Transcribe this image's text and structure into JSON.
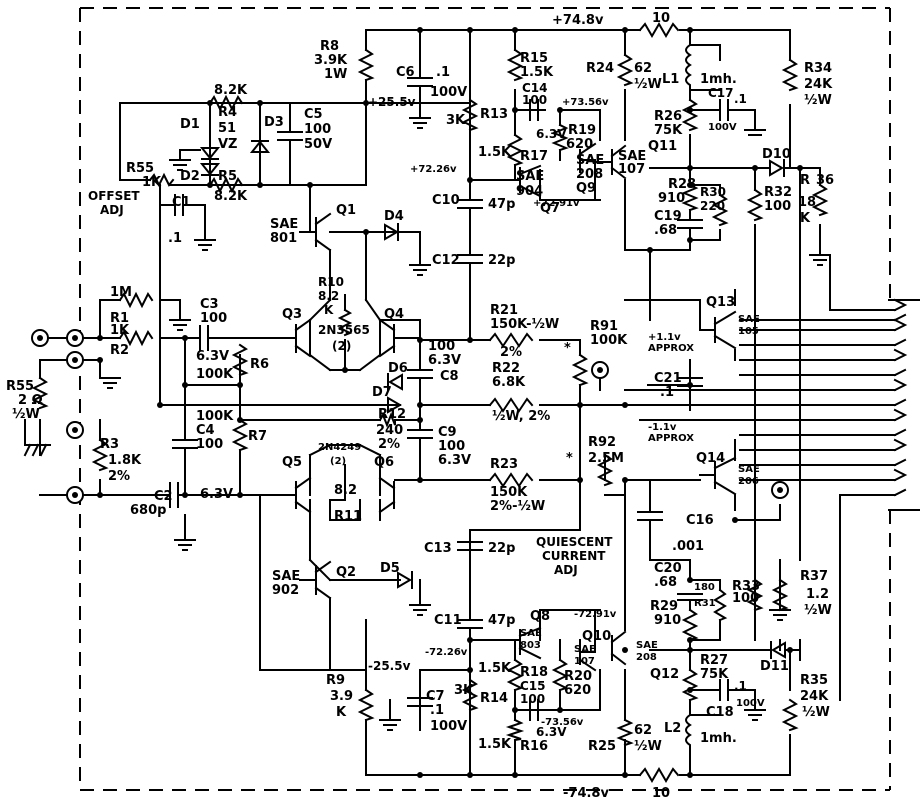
{
  "rails": {
    "pos_supply": "+74.8v",
    "neg_supply": "-74.8v",
    "pos_25": "+25.5v",
    "neg_25": "-25.5v",
    "pos_7226": "+72.26v",
    "neg_7226": "-72.26v",
    "pos_7291": "+72.91v",
    "neg_7291": "-72.91v",
    "pos_7356": "+73.56v",
    "neg_7356": "-73.56v",
    "pos_11": "+1.1v",
    "neg_11": "-1.1v",
    "approx": "APPROX"
  },
  "resistors": {
    "r8": [
      "R8",
      "3.9K",
      "1W"
    ],
    "r4": [
      "8.2K",
      "R4"
    ],
    "r5": [
      "R5",
      "8.2K"
    ],
    "r55a": [
      "R55",
      "1K"
    ],
    "offset": [
      "OFFSET",
      "ADJ"
    ],
    "r13": [
      "3K",
      "R13"
    ],
    "r15": [
      "R15",
      "1.5K"
    ],
    "r17": [
      "1.5K",
      "R17"
    ],
    "r19": [
      "R19",
      "620"
    ],
    "r24": [
      "R24",
      "62",
      "½W"
    ],
    "r26": [
      "R26",
      "75K"
    ],
    "r28": [
      "R28",
      "910"
    ],
    "r30": [
      "R30",
      "220"
    ],
    "r32": [
      "R32",
      "100"
    ],
    "r34": [
      "R34",
      "24K",
      "½W"
    ],
    "r36": [
      "R",
      "36",
      "18",
      "K"
    ],
    "r1m": "1M",
    "r1": [
      "R1",
      "1K"
    ],
    "r2": "R2",
    "r55b": [
      "R55",
      "2 Ω",
      "½W"
    ],
    "r3": [
      "R3",
      "1.8K",
      "2%"
    ],
    "r6": [
      "100K",
      "R6"
    ],
    "r7": [
      "100K",
      "R7"
    ],
    "r10": [
      "R10",
      "8.2",
      "K"
    ],
    "r11": [
      "8.2",
      "R11"
    ],
    "r12": [
      "R12",
      "240",
      "2%"
    ],
    "r21": [
      "R21",
      "150K-½W",
      "2%"
    ],
    "r22": [
      "R22",
      "6.8K",
      "½W, 2%"
    ],
    "r23": [
      "R23",
      "150K",
      "2%-½W"
    ],
    "r91": [
      "R91",
      "100K"
    ],
    "r92": [
      "R92",
      "2.5M"
    ],
    "r9": [
      "R9",
      "3.9",
      "K"
    ],
    "r14": [
      "3K",
      "R14"
    ],
    "r18": [
      "1.5K",
      "R18"
    ],
    "r20": [
      "R20",
      "620"
    ],
    "r16": [
      "1.5K",
      "R16"
    ],
    "r25": [
      "R25",
      "62",
      "½W"
    ],
    "r27": [
      "R27",
      "75K"
    ],
    "r29": [
      "R29",
      "910"
    ],
    "r31": [
      "180",
      "R31"
    ],
    "r33": [
      "R33",
      "100"
    ],
    "r35": [
      "R35",
      "24K",
      "½W"
    ],
    "r37": [
      "R37",
      "1.2",
      "½W"
    ],
    "r10top": "10",
    "r10bot": "10"
  },
  "capacitors": {
    "c5": [
      "C5",
      "100",
      "50V"
    ],
    "c6": [
      "C6",
      ".1",
      "100V"
    ],
    "c14": [
      "C14",
      "100",
      "6.3V"
    ],
    "c17": [
      "C17",
      ".1",
      "100V"
    ],
    "c19": [
      "C19",
      ".68"
    ],
    "c1": [
      "C1",
      ".1"
    ],
    "c10": [
      "C10",
      "47p"
    ],
    "c12": [
      "C12",
      "22p"
    ],
    "c3": [
      "C3",
      "100",
      "6.3V",
      "100K"
    ],
    "c8": [
      "100",
      "6.3V",
      "C8"
    ],
    "c2": [
      "C2",
      "680p"
    ],
    "c4": [
      "C4",
      "100",
      "6.3V"
    ],
    "c9": [
      "C9",
      "100",
      "6.3V"
    ],
    "c21": [
      "C21",
      ".1"
    ],
    "c16": [
      "C16",
      ".001"
    ],
    "c20": [
      "C20",
      ".68"
    ],
    "c13": [
      "C13",
      "22p"
    ],
    "c11": [
      "C11",
      "47p"
    ],
    "c7": [
      "C7",
      ".1",
      "100V"
    ],
    "c15": [
      "C15",
      "100",
      "6.3V"
    ],
    "c18": [
      "C18",
      ".1",
      "100V"
    ]
  },
  "transistors": {
    "q1": [
      "Q1",
      "SAE",
      "801"
    ],
    "q2": [
      "Q2",
      "SAE",
      "902"
    ],
    "q3": "Q3",
    "q4": "Q4",
    "q34part": [
      "2N3565",
      "(2)"
    ],
    "q5": "Q5",
    "q6": "Q6",
    "q56part": [
      "2N4249",
      "(2)"
    ],
    "q7": [
      "SAE",
      "904",
      "Q7"
    ],
    "q9": [
      "SAE",
      "208",
      "Q9"
    ],
    "q11": [
      "SAE",
      "107",
      "Q11"
    ],
    "q13": [
      "Q13",
      "SAE",
      "105"
    ],
    "q14": [
      "Q14",
      "SAE",
      "206"
    ],
    "q8": [
      "Q8",
      "SAE",
      "803"
    ],
    "q10": [
      "SAE",
      "107",
      "Q10"
    ],
    "q12": [
      "SAE",
      "208",
      "Q12"
    ]
  },
  "diodes": {
    "d1": "D1",
    "d2": "D2",
    "d3": "D3",
    "d4": "D4",
    "d5": "D5",
    "d6": "D6",
    "d7": "D7",
    "d10": "D10",
    "d11": "D11",
    "vz": [
      "51",
      "VZ"
    ]
  },
  "inductors": {
    "l1": [
      "L1",
      "1mh."
    ],
    "l2": [
      "L2",
      "1mh."
    ]
  },
  "notes": {
    "quiescent": [
      "QUIESCENT",
      "CURRENT",
      "ADJ"
    ],
    "star": "*"
  }
}
